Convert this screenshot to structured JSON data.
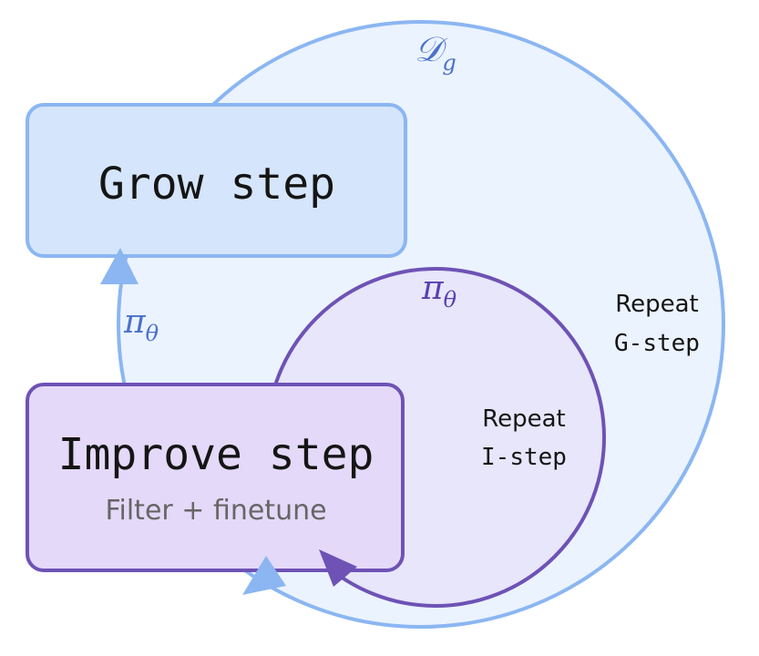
{
  "colors": {
    "outer_circle_fill": "#EBF3FF",
    "outer_circle_stroke": "#8BB6F2",
    "inner_circle_fill": "#E7E6FB",
    "inner_circle_stroke": "#6E52B5",
    "grow_box_fill": "#D5E5FB",
    "grow_box_stroke": "#8BB6F2",
    "improve_box_fill": "#E4D9F8",
    "improve_box_stroke": "#6E52B5",
    "blue_label": "#4A72C9",
    "purple_label": "#5B3FB0",
    "dark_text": "#151515",
    "sub_text": "#666666"
  },
  "grow_box": {
    "title": "Grow step"
  },
  "improve_box": {
    "title": "Improve step",
    "subtitle": "Filter + finetune"
  },
  "outer_loop": {
    "dataset_label_main": "𝒟",
    "dataset_label_sub": "g",
    "repeat_line1": "Repeat",
    "repeat_line2": "G-step"
  },
  "inner_loop": {
    "policy_label_main": "π",
    "policy_label_sub": "θ",
    "repeat_line1": "Repeat",
    "repeat_line2": "I-step"
  },
  "up_arrow": {
    "policy_label_main": "π",
    "policy_label_sub": "θ"
  }
}
